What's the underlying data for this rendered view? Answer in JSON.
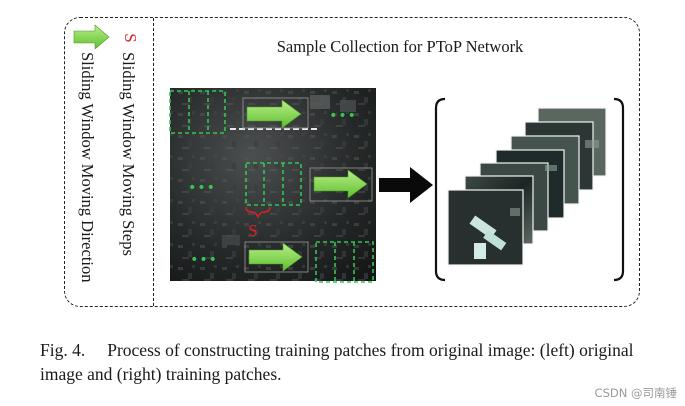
{
  "figure": {
    "title": "Sample Collection for PToP Network",
    "legend_steps_symbol": "S",
    "legend_steps_label": "Sliding Window Moving Steps",
    "legend_direction_label": "Sliding Window Moving Direction",
    "step_marker": "S",
    "ellipsis": "•••",
    "colors": {
      "window": "#35c456",
      "arrow": "#7fd444",
      "step": "#e02020",
      "bracket": "#111111"
    }
  },
  "caption": {
    "number": "Fig. 4.",
    "text": "Process of constructing training patches from original image: (left) original image and (right) training patches."
  },
  "watermark": "CSDN @司南锤"
}
